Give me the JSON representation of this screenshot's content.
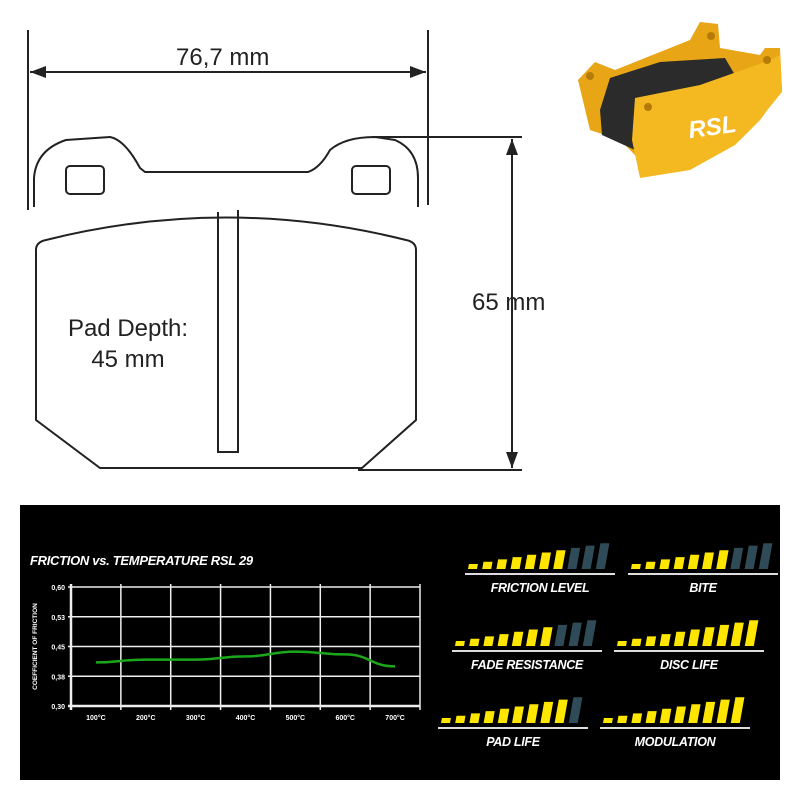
{
  "drawing": {
    "width_label": "76,7 mm",
    "height_label": "65 mm",
    "pad_depth_label": "Pad Depth:",
    "pad_depth_value": "45 mm",
    "product_logo": "RSL"
  },
  "chart_data": {
    "type": "line",
    "title": "FRICTION vs. TEMPERATURE RSL 29",
    "xlabel": "",
    "ylabel": "COEFFICIENT OF FRICTION",
    "x_ticks": [
      "100°C",
      "200°C",
      "300°C",
      "400°C",
      "500°C",
      "600°C",
      "700°C"
    ],
    "y_ticks": [
      "0,60",
      "0,53",
      "0,45",
      "0,38",
      "0,30"
    ],
    "ylim": [
      0.3,
      0.6
    ],
    "grid": true,
    "series": [
      {
        "name": "RSL 29",
        "color": "#1aa81a",
        "x": [
          100,
          200,
          300,
          400,
          500,
          600,
          700
        ],
        "values": [
          0.41,
          0.417,
          0.417,
          0.425,
          0.437,
          0.43,
          0.4
        ]
      }
    ]
  },
  "ratings": [
    {
      "label": "FRICTION LEVEL",
      "value": 7,
      "max": 10
    },
    {
      "label": "BITE",
      "value": 7,
      "max": 10
    },
    {
      "label": "FADE RESISTANCE",
      "value": 7,
      "max": 10
    },
    {
      "label": "DISC LIFE",
      "value": 10,
      "max": 10
    },
    {
      "label": "PAD LIFE",
      "value": 9,
      "max": 10
    },
    {
      "label": "MODULATION",
      "value": 10,
      "max": 10
    }
  ],
  "colors": {
    "active": "#ffe600",
    "inactive": "#2f4b57",
    "curve": "#1aa81a",
    "pad": "#f2b31c"
  }
}
